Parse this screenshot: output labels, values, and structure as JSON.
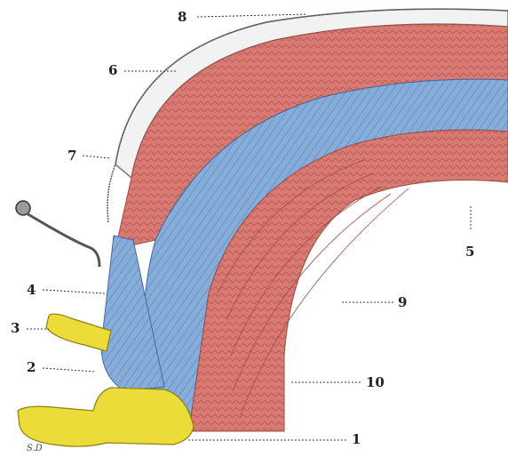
{
  "labels": {
    "l1": "1",
    "l2": "2",
    "l3": "3",
    "l4": "4",
    "l5": "5",
    "l6": "6",
    "l7": "7",
    "l8": "8",
    "l9": "9",
    "l10": "10"
  },
  "signature": "S.D",
  "colors": {
    "muscle": "#d4746c",
    "muscle_dark": "#b85a54",
    "fascia": "#7fa8d6",
    "fascia_dark": "#4f7cb8",
    "cartilage": "#ecdc3a",
    "skin": "#f7f7f7"
  }
}
